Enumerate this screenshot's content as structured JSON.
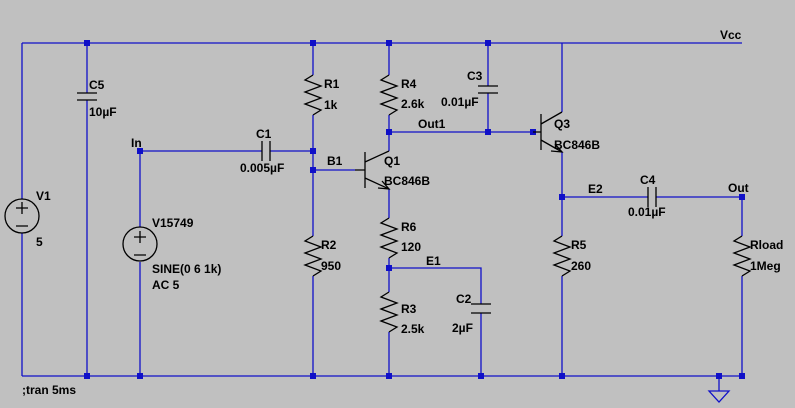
{
  "directive": ";tran 5ms",
  "nets": {
    "vcc": "Vcc",
    "in": "In",
    "b1": "B1",
    "out1": "Out1",
    "e1": "E1",
    "e2": "E2",
    "out": "Out"
  },
  "components": {
    "V1": {
      "ref": "V1",
      "value": "5"
    },
    "V15749": {
      "ref": "V15749",
      "value": "SINE(0 6 1k)",
      "value2": "AC 5"
    },
    "C5": {
      "ref": "C5",
      "value": "10µF"
    },
    "C1": {
      "ref": "C1",
      "value": "0.005µF"
    },
    "R1": {
      "ref": "R1",
      "value": "1k"
    },
    "R2": {
      "ref": "R2",
      "value": "950"
    },
    "R4": {
      "ref": "R4",
      "value": "2.6k"
    },
    "C3": {
      "ref": "C3",
      "value": "0.01µF"
    },
    "Q1": {
      "ref": "Q1",
      "value": "BC846B"
    },
    "R6": {
      "ref": "R6",
      "value": "120"
    },
    "R3": {
      "ref": "R3",
      "value": "2.5k"
    },
    "C2": {
      "ref": "C2",
      "value": "2µF"
    },
    "Q3": {
      "ref": "Q3",
      "value": "BC846B"
    },
    "R5": {
      "ref": "R5",
      "value": "260"
    },
    "C4": {
      "ref": "C4",
      "value": "0.01µF"
    },
    "Rload": {
      "ref": "Rload",
      "value": "1Meg"
    }
  }
}
